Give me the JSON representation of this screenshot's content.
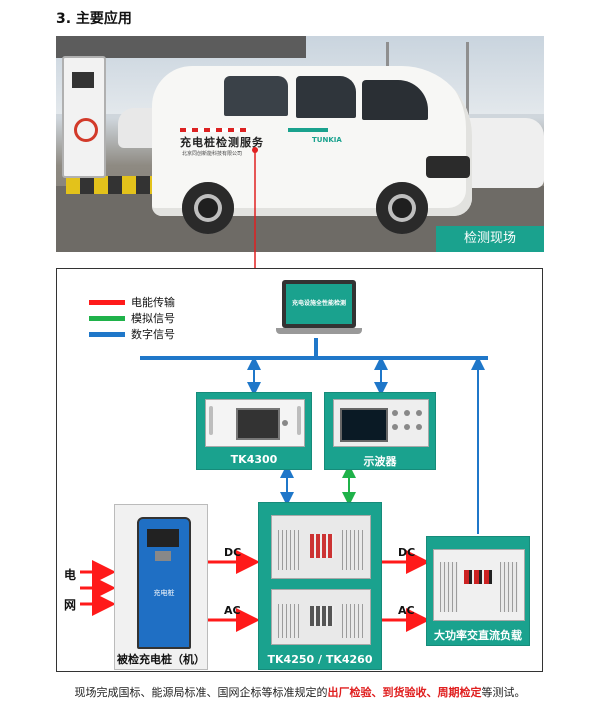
{
  "section": {
    "title": "3. 主要应用"
  },
  "photo": {
    "van_text": "充电桩检测服务",
    "van_subtext": "北京同创新能科技有限公司",
    "brand_text": "TUNKIA",
    "tag": "检测现场"
  },
  "legend": [
    {
      "label": "电能传输",
      "color": "#ff1a1a"
    },
    {
      "label": "模拟信号",
      "color": "#1fb24a"
    },
    {
      "label": "数字信号",
      "color": "#1f77c9"
    }
  ],
  "laptop": {
    "screen_text": "充电设施全性能检测"
  },
  "devices": {
    "tk4300": "TK4300",
    "scope": "示波器",
    "tk4250": "TK4250 / TK4260",
    "load": "大功率交直流负载",
    "pile": "被检充电桩（机）",
    "pile_text": "充电桩"
  },
  "grid": {
    "char1": "电",
    "char2": "网"
  },
  "flows": {
    "dc_in": "DC",
    "ac_in": "AC",
    "dc_out": "DC",
    "ac_out": "AC"
  },
  "caption": {
    "pre": "现场完成国标、能源局标准、国网企标等标准规定的",
    "h1": "出厂检验",
    "sep1": "、",
    "h2": "到货验收",
    "sep2": "、",
    "h3": "周期检定",
    "post": "等测试。"
  },
  "colors": {
    "teal": "#1aa28e",
    "power": "#ff1a1a",
    "analog": "#1fb24a",
    "digital": "#1f77c9"
  }
}
